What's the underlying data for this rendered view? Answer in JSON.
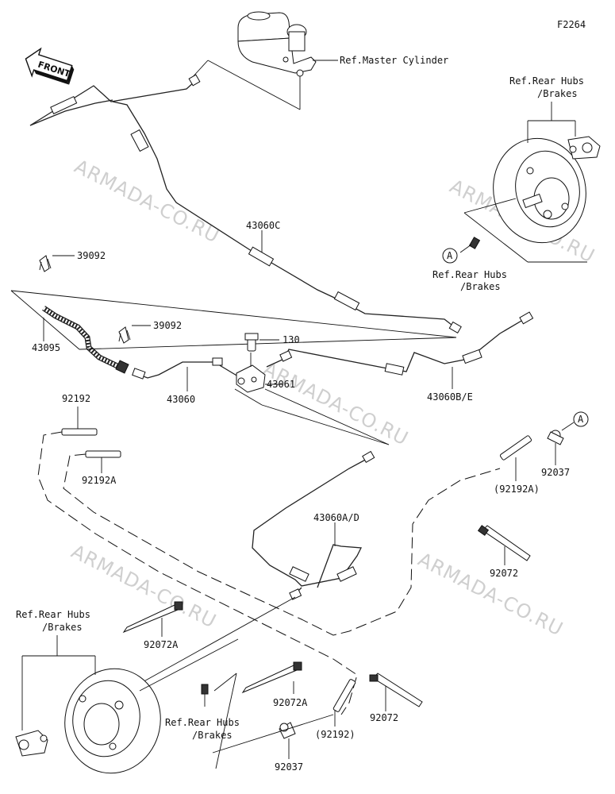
{
  "diagram_id": "F2264",
  "front_label": "FRONT",
  "watermark": "ARMADA-CO.RU",
  "labels": {
    "master_cylinder": "Ref.Master Cylinder",
    "rear_hubs_upper_1": "Ref.Rear Hubs",
    "rear_hubs_upper_2": "/Brakes",
    "rear_hubs_mid_1": "Ref.Rear Hubs",
    "rear_hubs_mid_2": "/Brakes",
    "rear_hubs_left_1": "Ref.Rear Hubs",
    "rear_hubs_left_2": "/Brakes",
    "rear_hubs_bottom_1": "Ref.Rear Hubs",
    "rear_hubs_bottom_2": "/Brakes",
    "p43060C": "43060C",
    "p39092_a": "39092",
    "p39092_b": "39092",
    "p43095": "43095",
    "p130": "130",
    "p43061": "43061",
    "p43060": "43060",
    "p43060BE": "43060B/E",
    "p92192": "92192",
    "p92192A": "92192A",
    "p92192A_ref": "(92192A)",
    "p92037_a": "92037",
    "p92037_b": "92037",
    "p43060AD": "43060A/D",
    "p92072_a": "92072",
    "p92072_b": "92072",
    "p92072A_a": "92072A",
    "p92072A_b": "92072A",
    "p92192_ref": "(92192)",
    "callout_A": "A"
  }
}
